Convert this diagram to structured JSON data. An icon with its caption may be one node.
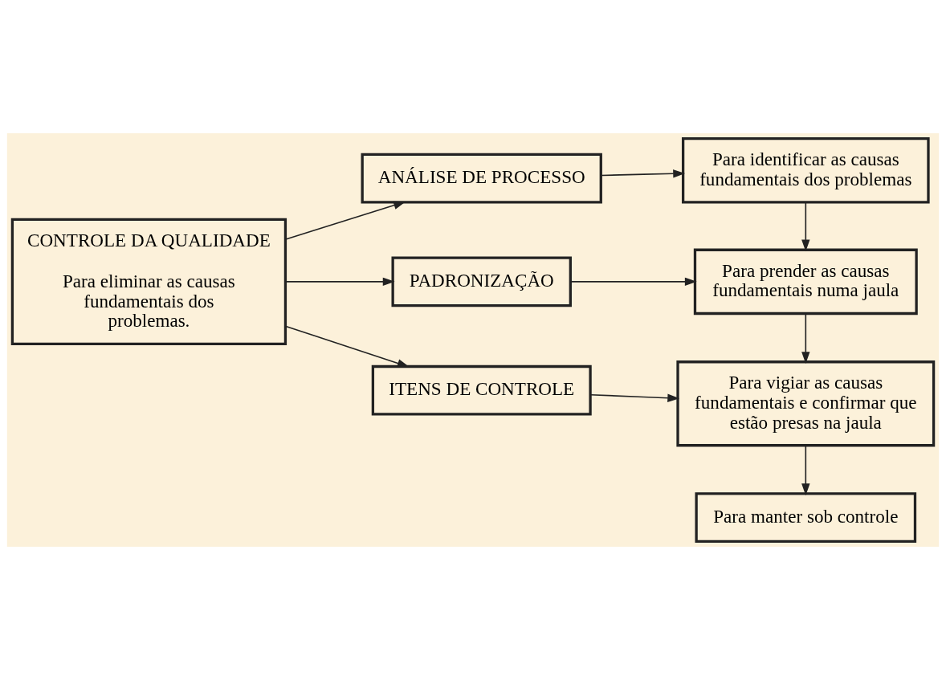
{
  "diagram": {
    "nodes": [
      {
        "text": [
          "CONTROLE DA QUALIDADE",
          "Para eliminar as causas fundamentais dos problemas."
        ]
      },
      {
        "text": [
          "ANÁLISE DE PROCESSO"
        ]
      },
      {
        "text": [
          "Para identificar as causas fundamentais dos problemas"
        ]
      },
      {
        "text": [
          "PADRONIZAÇÃO"
        ]
      },
      {
        "text": [
          "Para prender as causas fundamentais numa jaula"
        ]
      },
      {
        "text": [
          "ITENS DE CONTROLE"
        ]
      },
      {
        "text": [
          "Para vigiar as causas fundamentais e confirmar que estão presas na jaula"
        ]
      },
      {
        "text": [
          "Para manter sob controle"
        ]
      }
    ],
    "edges": [
      {
        "from": 0,
        "to": 1,
        "arrow": "to"
      },
      {
        "from": 0,
        "to": 3,
        "arrow": "to"
      },
      {
        "from": 0,
        "to": 5,
        "arrow": "to"
      },
      {
        "from": 1,
        "to": 2,
        "arrow": "to"
      },
      {
        "from": 2,
        "to": 4,
        "arrow": "to"
      },
      {
        "from": 3,
        "to": 4,
        "arrow": "to"
      },
      {
        "from": 4,
        "to": 6,
        "arrow": "to"
      },
      {
        "from": 5,
        "to": 6,
        "arrow": "to"
      },
      {
        "from": 6,
        "to": 7,
        "arrow": "to"
      }
    ]
  }
}
